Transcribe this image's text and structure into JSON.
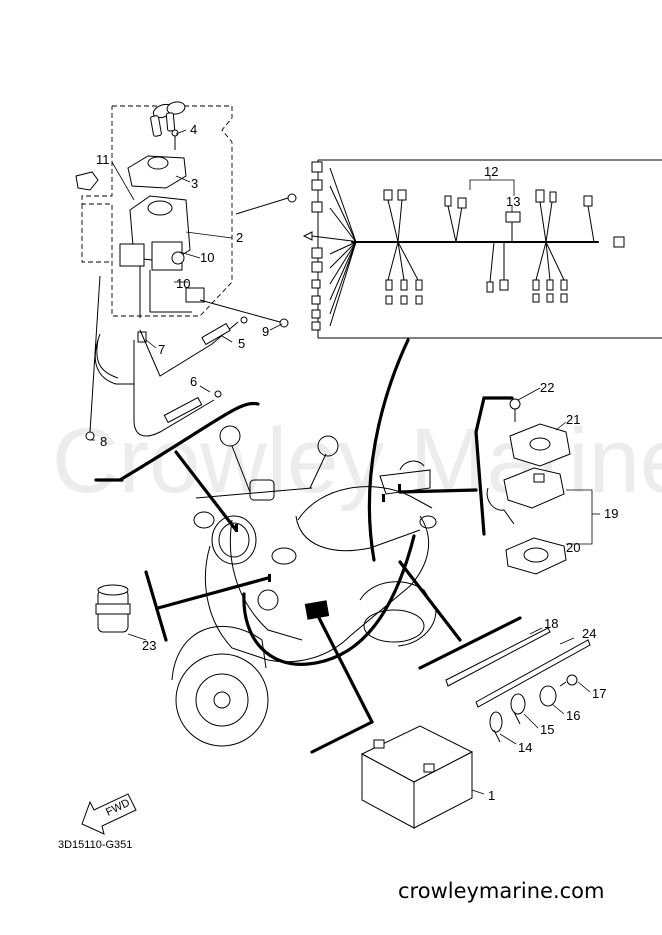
{
  "watermark": "Crowley Marine",
  "footer": {
    "drawing_code": "3D15110-G351",
    "website": "crowleymarine.com",
    "fwd_label": "FWD"
  },
  "callouts": [
    {
      "id": "c1",
      "label": "1"
    },
    {
      "id": "c2",
      "label": "2"
    },
    {
      "id": "c3",
      "label": "3"
    },
    {
      "id": "c4",
      "label": "4"
    },
    {
      "id": "c5",
      "label": "5"
    },
    {
      "id": "c6",
      "label": "6"
    },
    {
      "id": "c7",
      "label": "7"
    },
    {
      "id": "c8",
      "label": "8"
    },
    {
      "id": "c9",
      "label": "9"
    },
    {
      "id": "c10a",
      "label": "10"
    },
    {
      "id": "c10b",
      "label": "10"
    },
    {
      "id": "c11",
      "label": "11"
    },
    {
      "id": "c12",
      "label": "12"
    },
    {
      "id": "c13",
      "label": "13"
    },
    {
      "id": "c14",
      "label": "14"
    },
    {
      "id": "c15",
      "label": "15"
    },
    {
      "id": "c16",
      "label": "16"
    },
    {
      "id": "c17",
      "label": "17"
    },
    {
      "id": "c18",
      "label": "18"
    },
    {
      "id": "c19",
      "label": "19"
    },
    {
      "id": "c20",
      "label": "20"
    },
    {
      "id": "c21",
      "label": "21"
    },
    {
      "id": "c22",
      "label": "22"
    },
    {
      "id": "c23",
      "label": "23"
    },
    {
      "id": "c24",
      "label": "24"
    }
  ]
}
